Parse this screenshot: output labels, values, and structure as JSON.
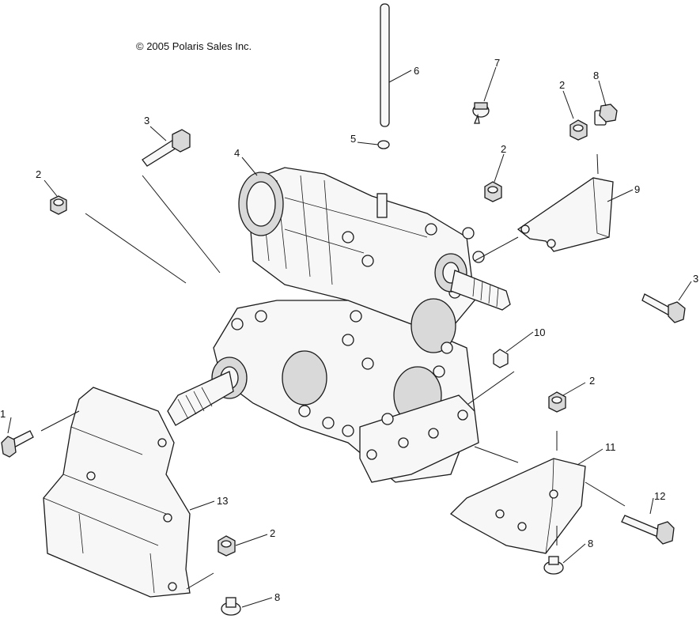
{
  "copyright": "© 2005 Polaris Sales Inc.",
  "callouts": [
    {
      "id": "c1",
      "text": "1"
    },
    {
      "id": "c2a",
      "text": "2"
    },
    {
      "id": "c3a",
      "text": "3"
    },
    {
      "id": "c4",
      "text": "4"
    },
    {
      "id": "c5",
      "text": "5"
    },
    {
      "id": "c6",
      "text": "6"
    },
    {
      "id": "c7",
      "text": "7"
    },
    {
      "id": "c2b",
      "text": "2"
    },
    {
      "id": "c8a",
      "text": "8"
    },
    {
      "id": "c2c",
      "text": "2"
    },
    {
      "id": "c9",
      "text": "9"
    },
    {
      "id": "c3b",
      "text": "3"
    },
    {
      "id": "c10",
      "text": "10"
    },
    {
      "id": "c2d",
      "text": "2"
    },
    {
      "id": "c11",
      "text": "11"
    },
    {
      "id": "c12",
      "text": "12"
    },
    {
      "id": "c13",
      "text": "13"
    },
    {
      "id": "c2e",
      "text": "2"
    },
    {
      "id": "c8b",
      "text": "8"
    },
    {
      "id": "c8c",
      "text": "8"
    }
  ]
}
